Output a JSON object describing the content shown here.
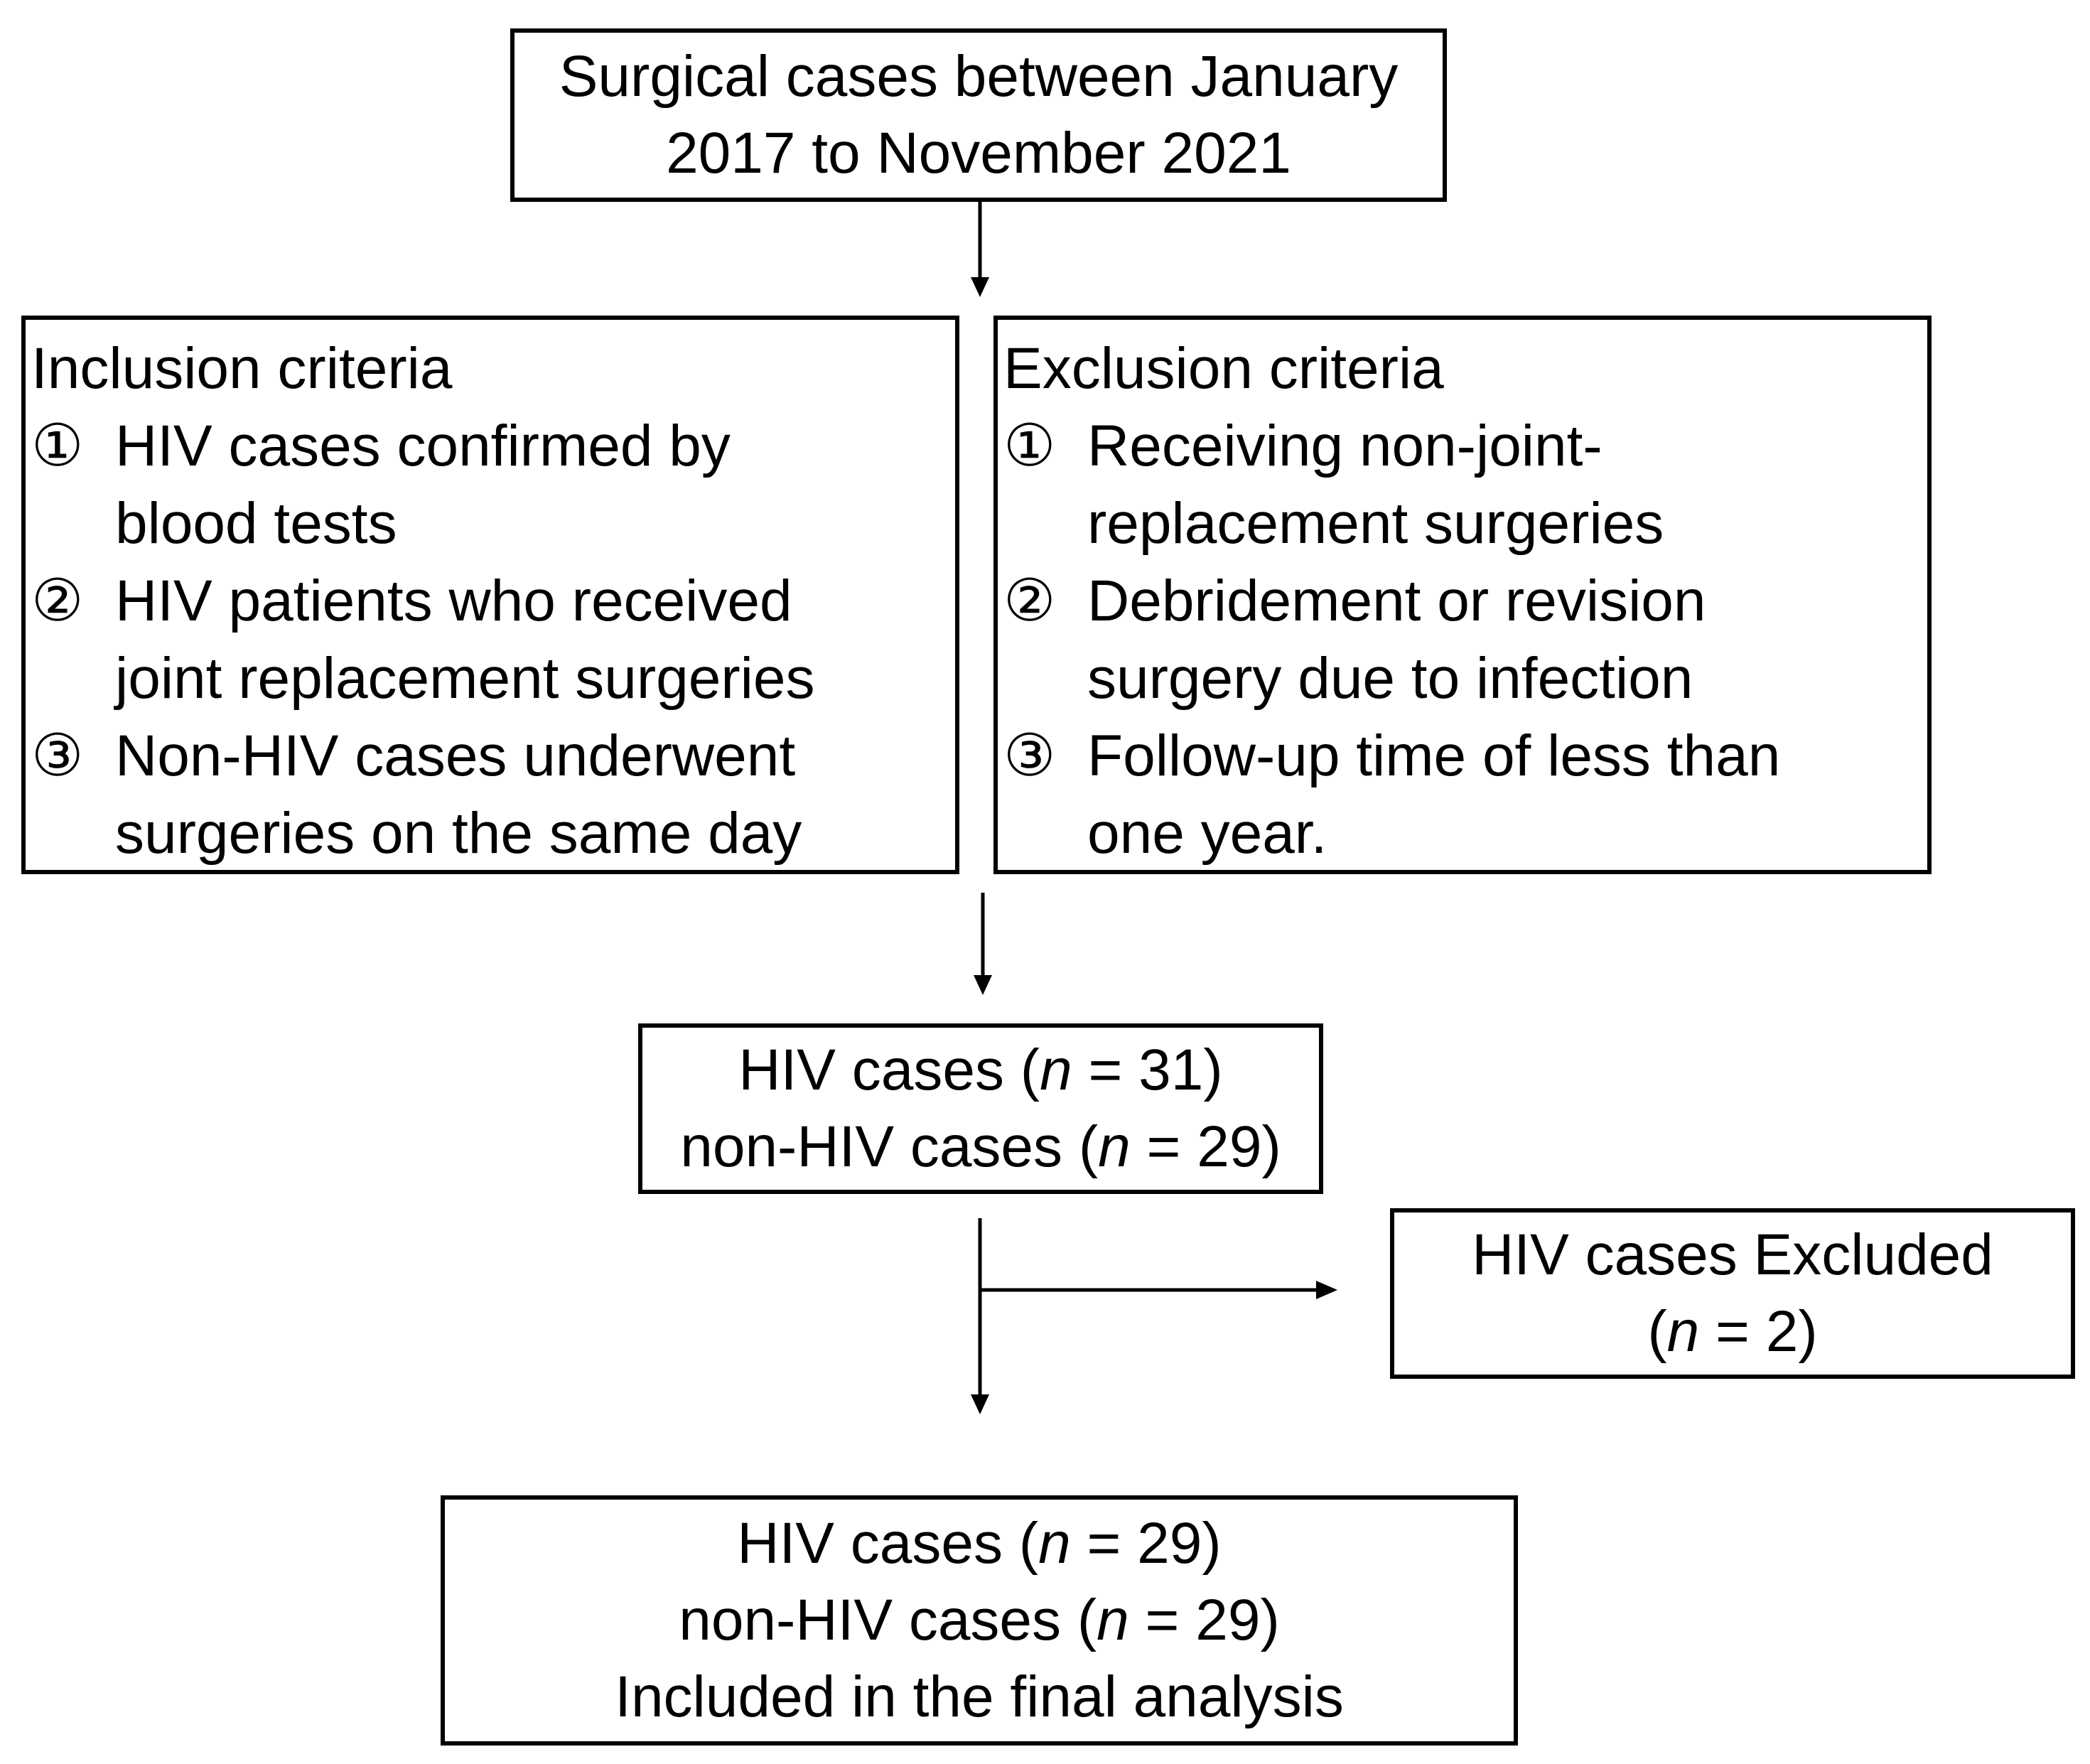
{
  "boxes": {
    "source": {
      "lines": [
        "Surgical cases between January",
        "2017 to November 2021"
      ]
    },
    "inclusion": {
      "title": "Inclusion criteria",
      "items": [
        {
          "num": "①",
          "lines": [
            "HIV cases confirmed by",
            "blood tests"
          ]
        },
        {
          "num": "②",
          "lines": [
            "HIV patients who received",
            "joint replacement surgeries"
          ]
        },
        {
          "num": "③",
          "lines": [
            "Non-HIV cases underwent",
            "surgeries on the same day"
          ]
        }
      ]
    },
    "exclusion": {
      "title": "Exclusion criteria",
      "items": [
        {
          "num": "①",
          "lines": [
            "Receiving non-joint-",
            "replacement surgeries"
          ]
        },
        {
          "num": "②",
          "lines": [
            "Debridement or revision",
            "surgery due to infection"
          ]
        },
        {
          "num": "③",
          "lines": [
            "Follow-up time of less than",
            "one year."
          ]
        }
      ]
    },
    "cohort": {
      "hiv_label": "HIV cases",
      "hiv_n": "31",
      "nonhiv_label": "non-HIV cases",
      "nonhiv_n": "29"
    },
    "excluded": {
      "label": "HIV cases Excluded",
      "n": "2"
    },
    "final": {
      "hiv_label": "HIV cases",
      "hiv_n": "29",
      "nonhiv_label": "non-HIV cases",
      "nonhiv_n": "29",
      "note": "Included in the final analysis"
    }
  },
  "n_symbol": "n",
  "eq_symbol": "="
}
